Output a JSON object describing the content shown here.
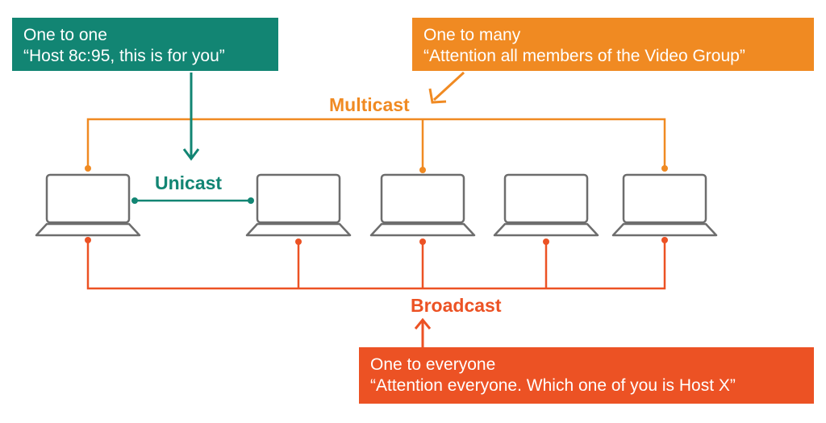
{
  "colors": {
    "unicast": "#128573",
    "multicast": "#f08a22",
    "broadcast": "#ec5224",
    "laptop": "#6d6d6d"
  },
  "unicast": {
    "label": "Unicast",
    "box_title": "One to one",
    "box_text": "“Host 8c:95, this is for you”"
  },
  "multicast": {
    "label": "Multicast",
    "box_title": "One to many",
    "box_text": "“Attention all members of the Video Group”"
  },
  "broadcast": {
    "label": "Broadcast",
    "box_title": "One to everyone",
    "box_text": "“Attention everyone. Which one of you is Host X”"
  },
  "laptops": [
    {
      "name": "laptop-1",
      "icon": "laptop-icon"
    },
    {
      "name": "laptop-2",
      "icon": "laptop-icon"
    },
    {
      "name": "laptop-3",
      "icon": "laptop-icon"
    },
    {
      "name": "laptop-4",
      "icon": "laptop-icon"
    },
    {
      "name": "laptop-5",
      "icon": "laptop-icon"
    }
  ]
}
